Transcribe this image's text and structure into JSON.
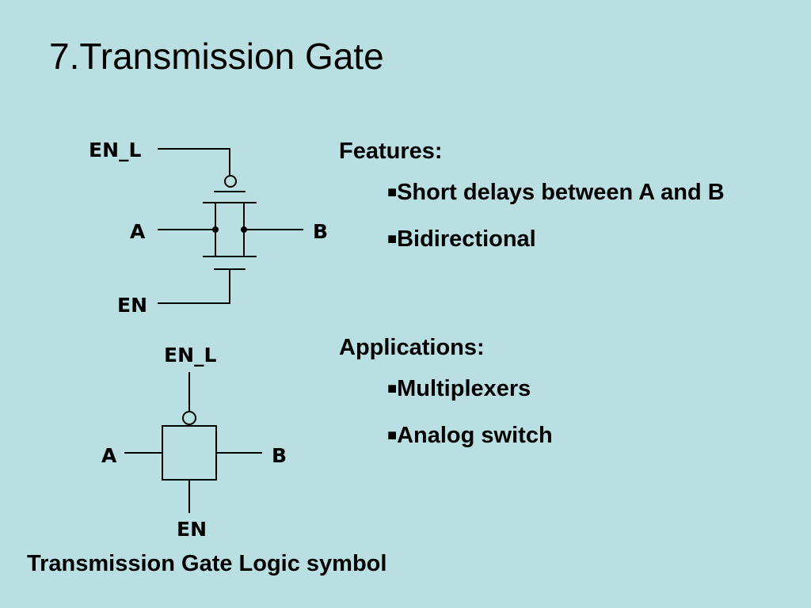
{
  "slide": {
    "title": "7.Transmission Gate",
    "features": {
      "heading": "Features:",
      "items": [
        "Short delays between A and B",
        "Bidirectional"
      ]
    },
    "applications": {
      "heading": "Applications:",
      "items": [
        "Multiplexers",
        "Analog switch"
      ]
    },
    "bullet_marker": "■",
    "caption": "Transmission Gate Logic symbol"
  },
  "circuit": {
    "label_en_l": "EN_L",
    "label_a": "A",
    "label_b": "B",
    "label_en": "EN"
  },
  "symbol": {
    "label_en_l": "EN_L",
    "label_a": "A",
    "label_b": "B",
    "label_en": "EN"
  },
  "colors": {
    "background": "#b9dfe2",
    "ink": "#000000"
  }
}
